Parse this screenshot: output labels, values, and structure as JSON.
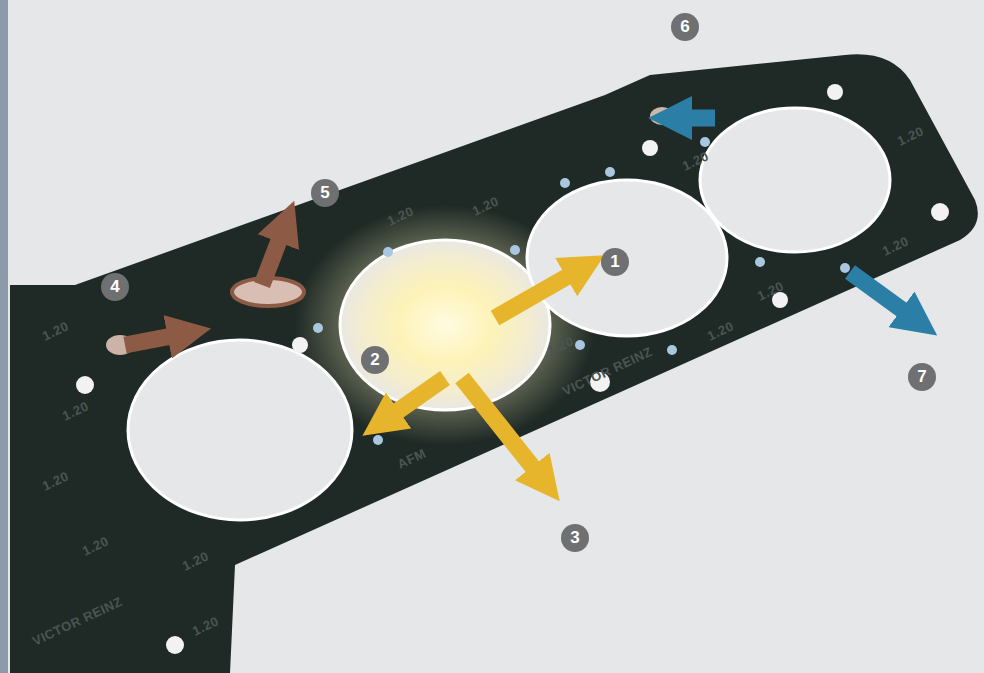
{
  "diagram": {
    "labels": [
      "1",
      "2",
      "3",
      "4",
      "5",
      "6",
      "7",
      "1.20",
      "1.20",
      "1.20",
      "1.20",
      "1.20",
      "1.20",
      "1.20",
      "1.20",
      "1.20",
      "1.20",
      "1.20",
      "1.20",
      "1.20",
      "1.20",
      "VICTOR REINZ",
      "VICTOR REINZ",
      "AFM"
    ]
  }
}
